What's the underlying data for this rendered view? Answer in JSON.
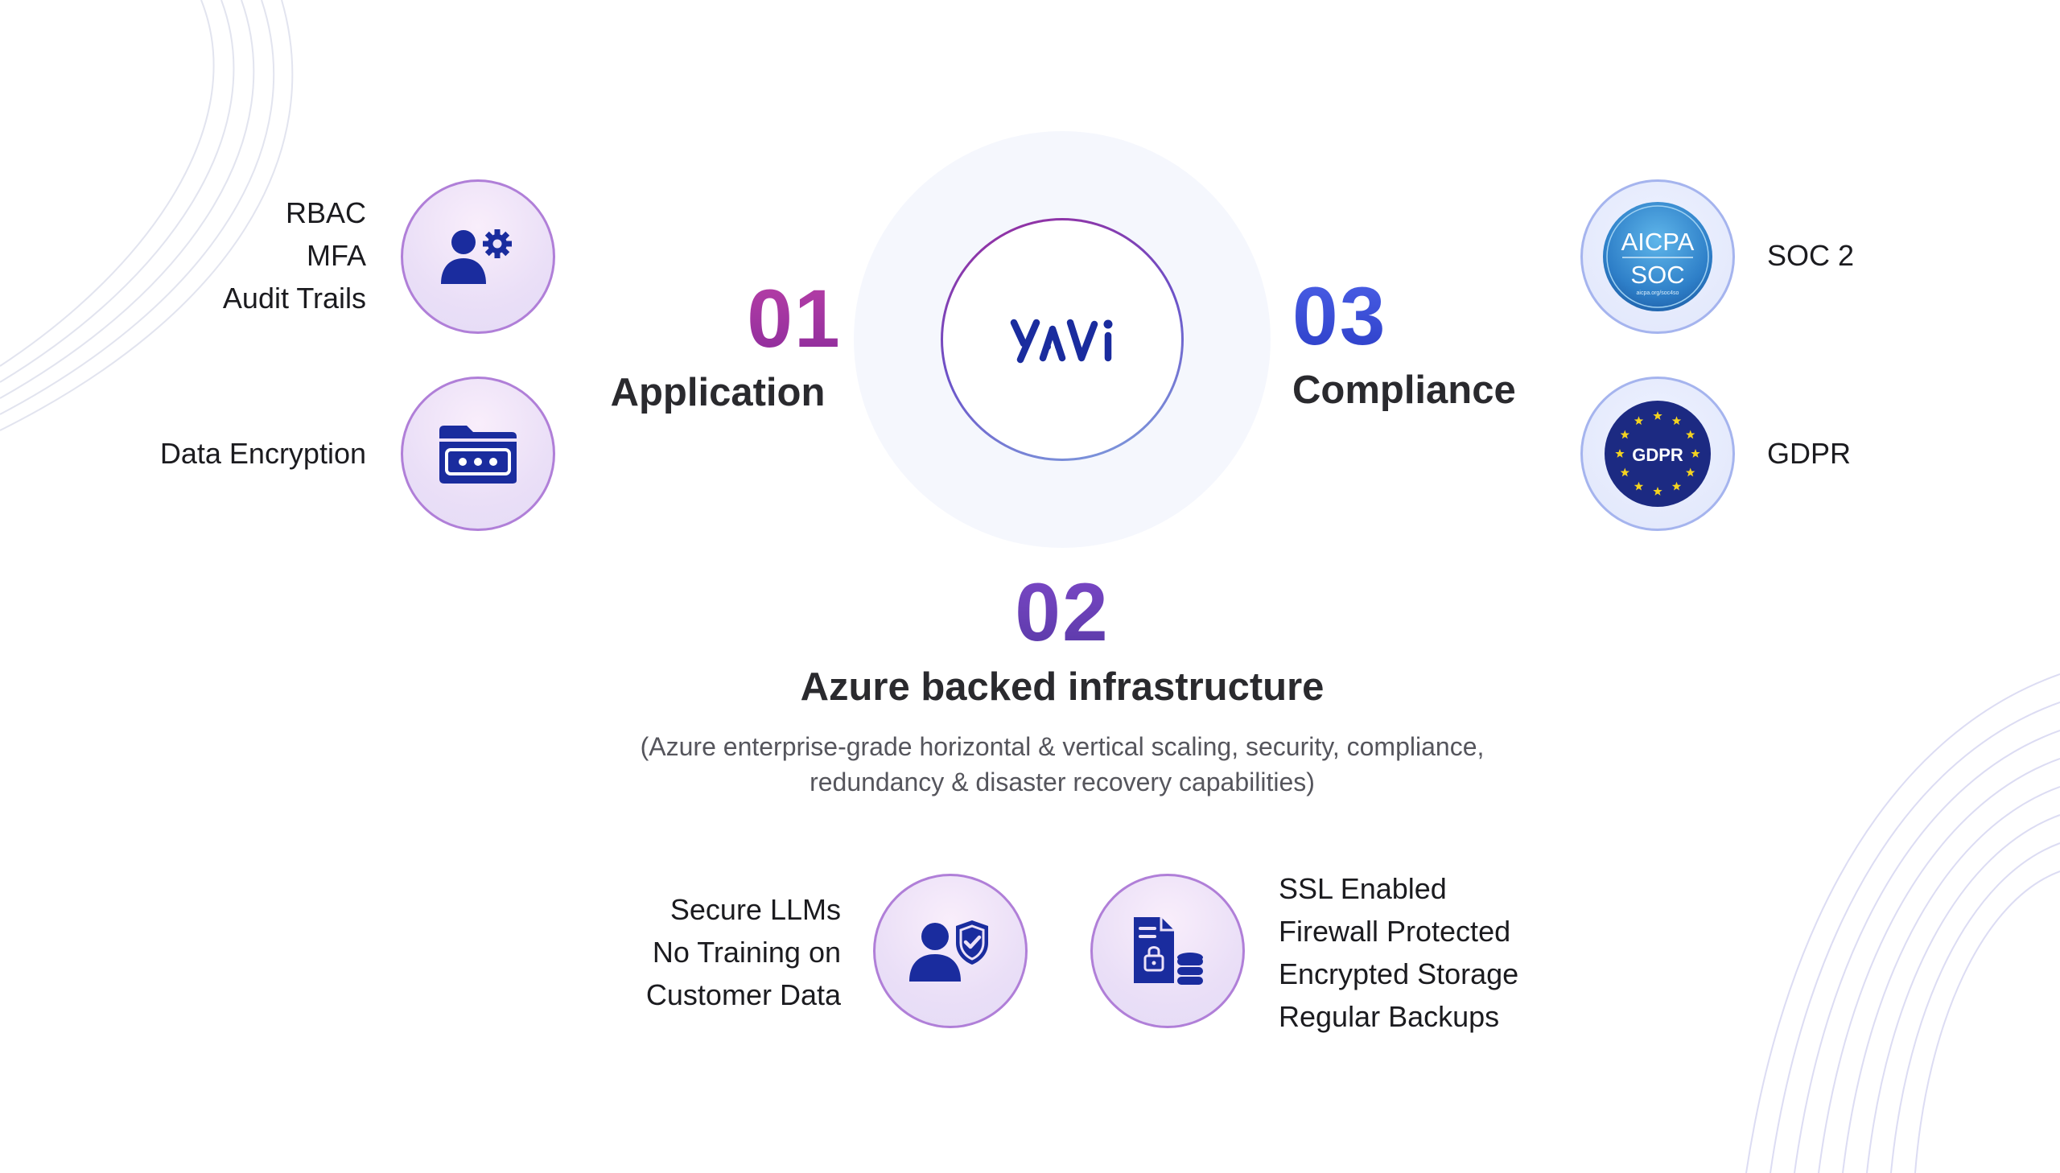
{
  "logo": {
    "text": "YAVI"
  },
  "sections": {
    "application": {
      "number": "01",
      "title": "Application",
      "features": [
        {
          "lines": [
            "RBAC",
            "MFA",
            "Audit Trails"
          ],
          "icon": "user-settings-icon"
        },
        {
          "lines": [
            "Data Encryption"
          ],
          "icon": "encrypted-folder-icon"
        }
      ]
    },
    "infrastructure": {
      "number": "02",
      "title": "Azure backed infrastructure",
      "subtitle_line1": "(Azure enterprise-grade horizontal & vertical scaling, security, compliance,",
      "subtitle_line2": "redundancy & disaster recovery capabilities)",
      "features": [
        {
          "lines": [
            "Secure LLMs",
            "No Training on",
            "Customer Data"
          ],
          "icon": "user-shield-icon"
        },
        {
          "lines": [
            "SSL Enabled",
            "Firewall Protected",
            "Encrypted Storage",
            "Regular Backups"
          ],
          "icon": "secure-document-storage-icon"
        }
      ]
    },
    "compliance": {
      "number": "03",
      "title": "Compliance",
      "items": [
        {
          "label": "SOC 2",
          "badge_line1": "AICPA",
          "badge_line2": "SOC",
          "badge_small": "aicpa.org/soc4so",
          "icon": "aicpa-soc-badge"
        },
        {
          "label": "GDPR",
          "badge_text": "GDPR",
          "icon": "gdpr-badge"
        }
      ]
    }
  },
  "colors": {
    "num_01": "#a1359f",
    "num_02": "#6a40b8",
    "num_03": "#3447d8",
    "icon_navy": "#1a2c9e",
    "purple_ring": "#b07fd8",
    "blue_ring": "#a5b4ee"
  }
}
